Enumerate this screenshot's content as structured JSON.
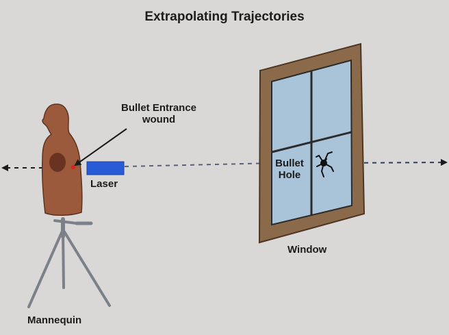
{
  "title": "Extrapolating Trajectories",
  "labels": {
    "entrance_wound": "Bullet Entrance wound",
    "laser": "Laser",
    "bullet_hole": "Bullet Hole",
    "window": "Window",
    "mannequin": "Mannequin"
  },
  "colors": {
    "background": "#d9d8d6",
    "mannequin_body": "#9b5a3c",
    "wound": "#6a3220",
    "laser_body": "#2a5bd7",
    "laser_dot": "#e02020",
    "window_frame": "#8a6a4a",
    "window_glass": "#a9c3d8",
    "trajectory_line": "#1a1a1a"
  }
}
